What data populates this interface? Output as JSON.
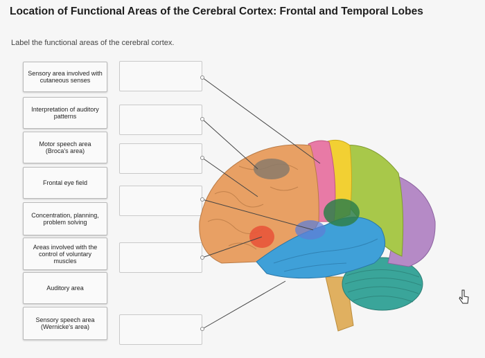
{
  "title": "Location of Functional Areas of the Cerebral Cortex: Frontal and Temporal Lobes",
  "instruction": "Label the functional areas of the cerebral cortex.",
  "labels": [
    "Sensory area involved with cutaneous senses",
    "Interpretation of auditory patterns",
    "Motor speech area (Broca's area)",
    "Frontal eye field",
    "Concentration, planning, problem solving",
    "Areas involved with the control of voluntary muscles",
    "Auditory area",
    "Sensory speech area (Wernicke's area)"
  ],
  "drop_targets_count_note": "",
  "colors": {
    "frontal_lobe": "#e8a064",
    "temporal_lobe": "#3fa0d8",
    "parietal_lobe": "#a8c84a",
    "occipital_lobe": "#b58ac6",
    "motor_strip": "#e87aa6",
    "sensory_strip": "#f2d033",
    "cerebellum": "#3aa59a",
    "brainstem": "#e0b060",
    "broca": "#e8553a",
    "wernicke": "#2f7f4a",
    "frontal_eye_field": "#8a7a6a"
  },
  "icons": {
    "cursor": "pointer-cursor-icon"
  }
}
